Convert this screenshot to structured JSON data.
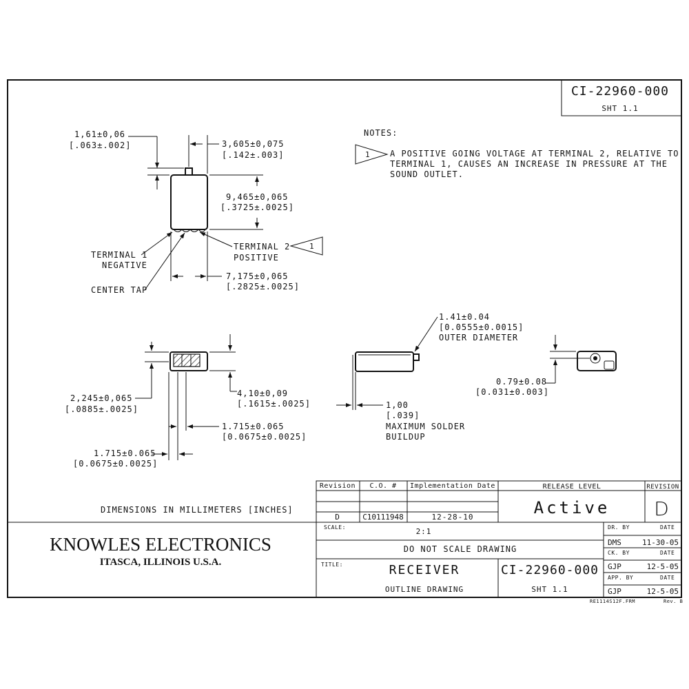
{
  "drawing_number": "CI-22960-000",
  "sheet": "SHT 1.1",
  "notes": {
    "heading": "NOTES:",
    "note1_flag": "1",
    "note1_lines": [
      "A POSITIVE GOING VOLTAGE AT TERMINAL 2, RELATIVE TO",
      "TERMINAL 1, CAUSES AN INCREASE IN PRESSURE AT THE",
      "SOUND OUTLET."
    ]
  },
  "top_view": {
    "dim_a": [
      "1,61±0,06",
      "[.063±.002]"
    ],
    "dim_b": [
      "3,605±0,075",
      "[.142±.003]"
    ],
    "dim_c": [
      "9,465±0,065",
      "[.3725±.0025]"
    ],
    "dim_d": [
      "7,175±0,065",
      "[.2825±.0025]"
    ],
    "terminal1": [
      "TERMINAL 1",
      "NEGATIVE"
    ],
    "terminal2": [
      "TERMINAL 2",
      "POSITIVE"
    ],
    "terminal2_flag": "1",
    "center_tap": "CENTER TAP"
  },
  "front_view": {
    "dim_a": [
      "2,245±0,065",
      "[.0885±.0025]"
    ],
    "dim_b": [
      "4,10±0,09",
      "[.1615±.0025]"
    ],
    "dim_c": [
      "1.715±0.065",
      "[0.0675±0.0025]"
    ],
    "dim_d": [
      "1.715±0.065",
      "[0.0675±0.0025]"
    ]
  },
  "side_view": {
    "dim_a": [
      "1.41±0.04",
      "[0.0555±0.0015]",
      "OUTER DIAMETER"
    ],
    "dim_b": [
      "1,00",
      "[.039]",
      "MAXIMUM SOLDER",
      "BUILDUP"
    ]
  },
  "end_view": {
    "dim_a": [
      "0.79±0.08",
      "[0.031±0.003]"
    ]
  },
  "units_note": "DIMENSIONS IN MILLIMETERS [INCHES]",
  "company": {
    "name": "KNOWLES ELECTRONICS",
    "location": "ITASCA, ILLINOIS U.S.A."
  },
  "revision_table": {
    "headers": [
      "Revision",
      "C.O. #",
      "Implementation Date"
    ],
    "row": [
      "D",
      "C10111948",
      "12-28-10"
    ]
  },
  "release_level": {
    "label": "RELEASE LEVEL",
    "value": "Active"
  },
  "revision": {
    "label": "REVISION",
    "value": "D"
  },
  "title_block": {
    "scale_label": "SCALE:",
    "scale_value": "2:1",
    "do_not_scale": "DO NOT SCALE DRAWING",
    "title_label": "TITLE:",
    "title": "RECEIVER",
    "subtitle": "OUTLINE DRAWING",
    "drawing_number": "CI-22960-000",
    "sheet": "SHT 1.1"
  },
  "signoff": {
    "dr_label": "DR. BY",
    "date_label": "DATE",
    "dr_by": "DMS",
    "dr_date": "11-30-05",
    "ck_label": "CK. BY",
    "ck_by": "GJP",
    "ck_date": "12-5-05",
    "app_label": "APP. BY",
    "app_by": "GJP",
    "app_date": "12-5-05"
  },
  "form_number": "RE1114S12F.FRM",
  "form_rev": "Rev. B"
}
